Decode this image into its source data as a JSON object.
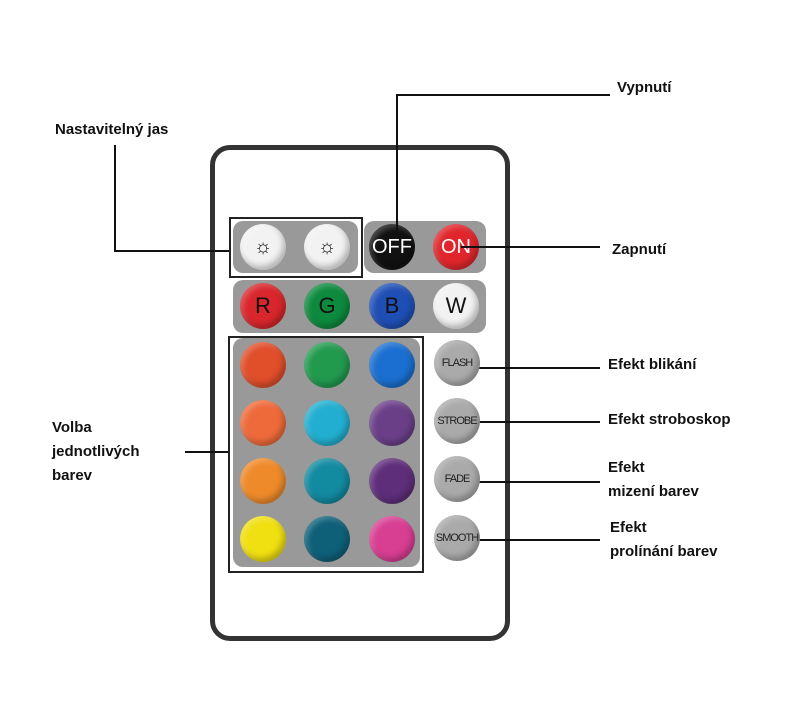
{
  "labels": {
    "brightness": "Nastavitelný jas",
    "off": "Vypnutí",
    "on": "Zapnutí",
    "colors": [
      "Volba",
      "jednotlivých",
      "barev"
    ],
    "flash": "Efekt blikání",
    "strobe": "Efekt stroboskop",
    "fade": [
      "Efekt",
      "mizení barev"
    ],
    "smooth": [
      "Efekt",
      "prolínání barev"
    ]
  },
  "buttons": {
    "brightness_up": "brightness-up-icon",
    "brightness_down": "brightness-down-icon",
    "off": "OFF",
    "on": "ON",
    "rgbw": [
      {
        "t": "R",
        "c": "#d8262c"
      },
      {
        "t": "G",
        "c": "#0d8a3e"
      },
      {
        "t": "B",
        "c": "#1f4fb5"
      },
      {
        "t": "W",
        "c": "#f2f2f2"
      }
    ],
    "colors": [
      "#e04e2a",
      "#229a4e",
      "#1a6fd0",
      "#ee6a3a",
      "#22aed0",
      "#6a3f88",
      "#ee8a2a",
      "#128aa0",
      "#5e2e7a",
      "#f0e012",
      "#0e6078",
      "#d83e92"
    ],
    "effects": [
      "FLASH",
      "STROBE",
      "FADE",
      "SMOOTH"
    ]
  }
}
